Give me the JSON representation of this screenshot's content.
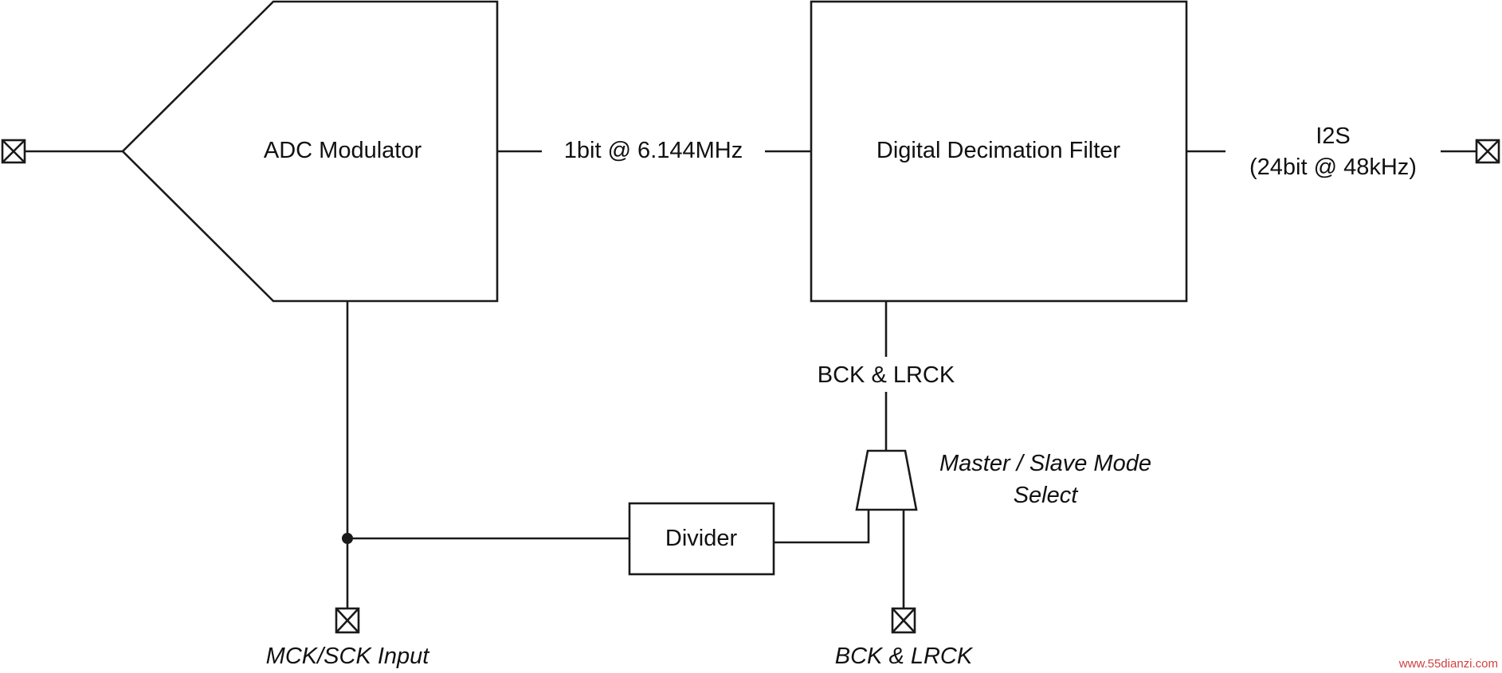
{
  "blocks": {
    "adc": "ADC Modulator",
    "filter": "Digital Decimation Filter",
    "divider": "Divider"
  },
  "signals": {
    "bitstream": "1bit @ 6.144MHz",
    "i2s_line1": "I2S",
    "i2s_line2": "(24bit @ 48kHz)",
    "clock_internal": "BCK & LRCK",
    "mode_select_line1": "Master / Slave Mode",
    "mode_select_line2": "Select"
  },
  "pins": {
    "mck_input": "MCK/SCK Input",
    "bck_lrck": "BCK & LRCK"
  },
  "watermark": "www.55dianzi.com"
}
